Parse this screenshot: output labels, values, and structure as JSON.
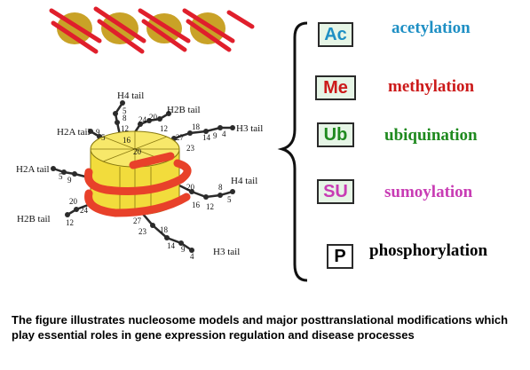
{
  "tails": {
    "h4_top": "H4 tail",
    "h2b_top": "H2B tail",
    "h3_top": "H3 tail",
    "h2a_top": "H2A tail",
    "h2a_left": "H2A tail",
    "h4_right": "H4 tail",
    "h2b_bottom": "H2B tail",
    "h3_bottom": "H3 tail"
  },
  "modifications": [
    {
      "abbr": "Ac",
      "name": "acetylation",
      "color": "#1e8fc4"
    },
    {
      "abbr": "Me",
      "name": "methylation",
      "color": "#cc1a1a"
    },
    {
      "abbr": "Ub",
      "name": "ubiquination",
      "color": "#1f8a1f"
    },
    {
      "abbr": "SU",
      "name": "sumoylation",
      "color": "#c83cb4"
    },
    {
      "abbr": "P",
      "name": "phosphorylation",
      "color": "#000000"
    }
  ],
  "residues": {
    "h4_top": [
      "5",
      "8",
      "12",
      "16",
      "20"
    ],
    "h2b_top": [
      "24",
      "20",
      "12"
    ],
    "h3_top": [
      "27",
      "23",
      "18",
      "14",
      "9",
      "4"
    ],
    "h2a_top": [
      "9",
      "5"
    ],
    "h2a_left": [
      "9",
      "5"
    ],
    "h4_right": [
      "20",
      "16",
      "12",
      "8",
      "5"
    ],
    "h2b_bottom": [
      "20",
      "24",
      "12"
    ],
    "h3_bottom": [
      "27",
      "23",
      "18",
      "14",
      "9",
      "4"
    ]
  },
  "caption": "The figure illustrates nucleosome models and major posttranslational modifications which play essential roles in gene expression regulation and disease processes",
  "colors": {
    "histone_core": "#f2dc3c",
    "dna": "#e8412a",
    "bead_gold": "#c9a227",
    "tail_bead": "#2b2b2b",
    "mod_box_bg": "#e6f5e6"
  }
}
